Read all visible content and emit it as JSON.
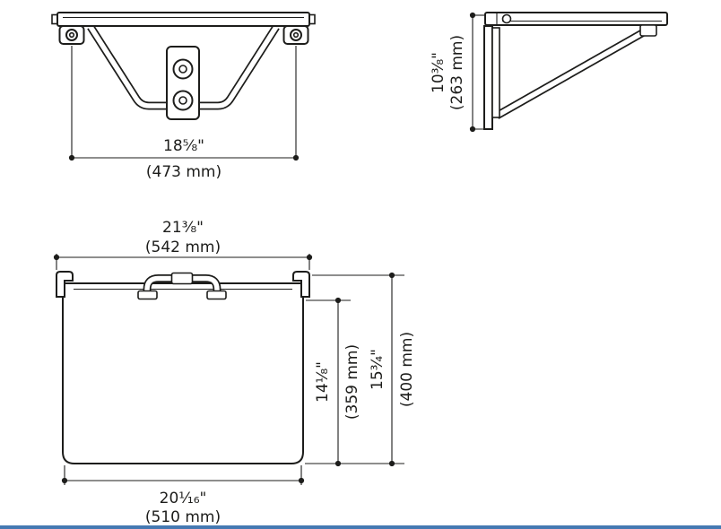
{
  "drawing": {
    "ink_color": "#1d1d1b",
    "background": "#ffffff",
    "accent_color": "#4579b2",
    "views": {
      "front": {
        "dims": {
          "width": {
            "inches": "18⁵⁄₈\"",
            "mm": "(473 mm)"
          }
        }
      },
      "side": {
        "dims": {
          "height": {
            "inches": "10³⁄₈\"",
            "mm": "(263 mm)"
          }
        }
      },
      "plan": {
        "dims": {
          "overall_width": {
            "inches": "21³⁄₈\"",
            "mm": "(542 mm)"
          },
          "seat_depth": {
            "inches": "14¹⁄₈\"",
            "mm": "(359 mm)"
          },
          "overall_depth": {
            "inches": "15³⁄₄\"",
            "mm": "(400 mm)"
          },
          "seat_width": {
            "inches": "20¹⁄₁₆\"",
            "mm": "(510 mm)"
          }
        }
      }
    }
  }
}
